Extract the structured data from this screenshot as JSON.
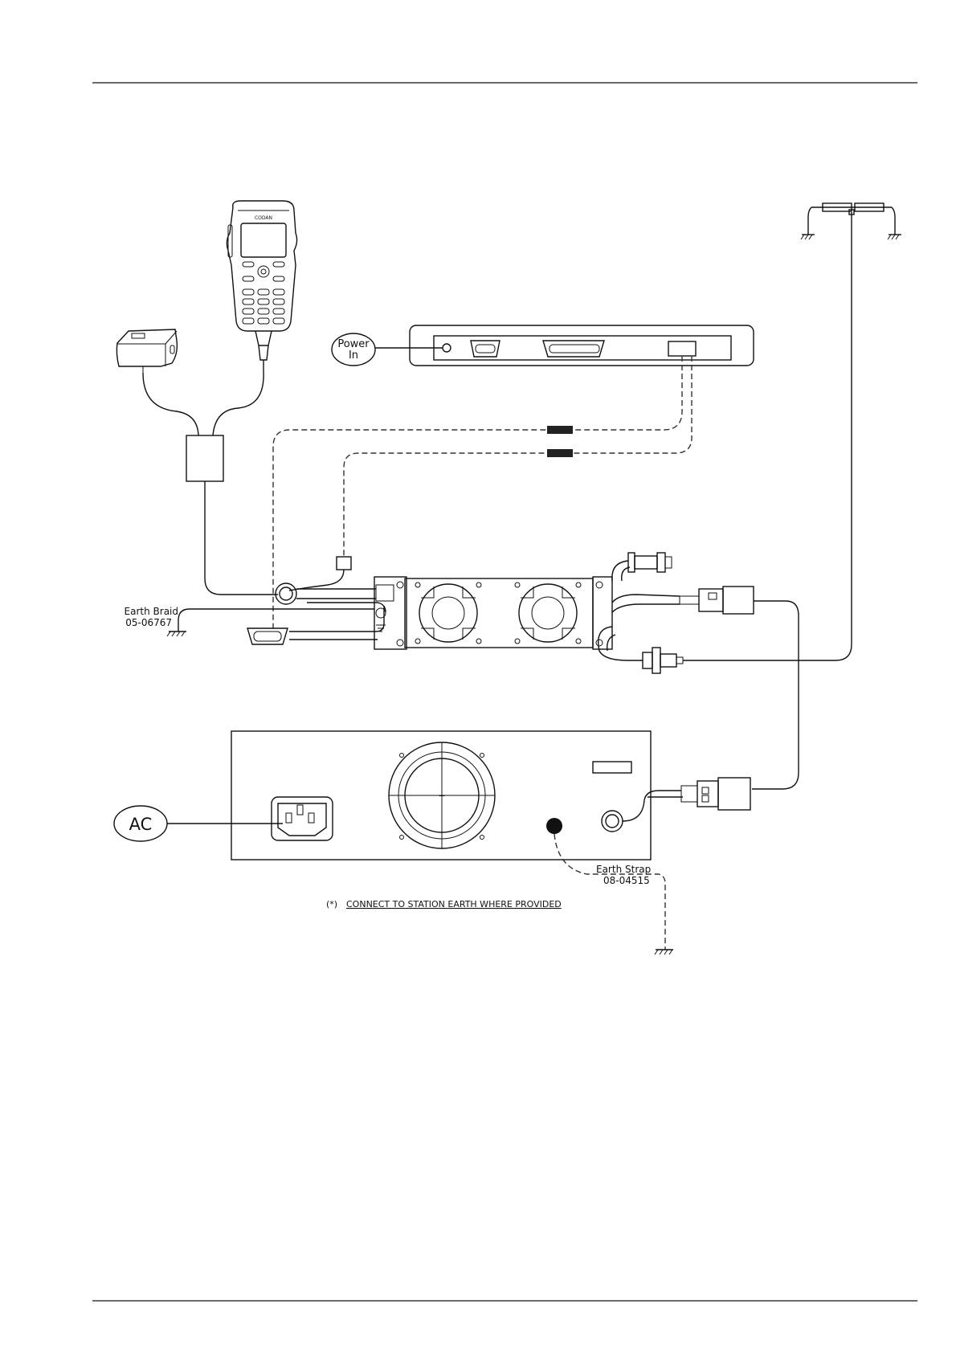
{
  "labels": {
    "power_in_line1": "Power",
    "power_in_line2": "In",
    "ac": "AC",
    "earth_braid": "Earth Braid",
    "earth_braid_part": "05-06767",
    "earth_strap": "Earth Strap",
    "earth_strap_part": "08-04515",
    "note_symbol": "(*)",
    "note_text": "CONNECT TO STATION EARTH WHERE PROVIDED",
    "handset_brand": "CODAN"
  },
  "icons": {
    "handset": "handset-icon",
    "speaker": "speaker-icon",
    "antenna": "dipole-antenna-icon",
    "ground": "ground-icon",
    "fan": "fan-icon",
    "ac_inlet": "iec-ac-inlet-icon"
  },
  "colors": {
    "line": "#111111",
    "dashed_cable": "#333333",
    "ferrite": "#222222",
    "background": "#ffffff"
  }
}
